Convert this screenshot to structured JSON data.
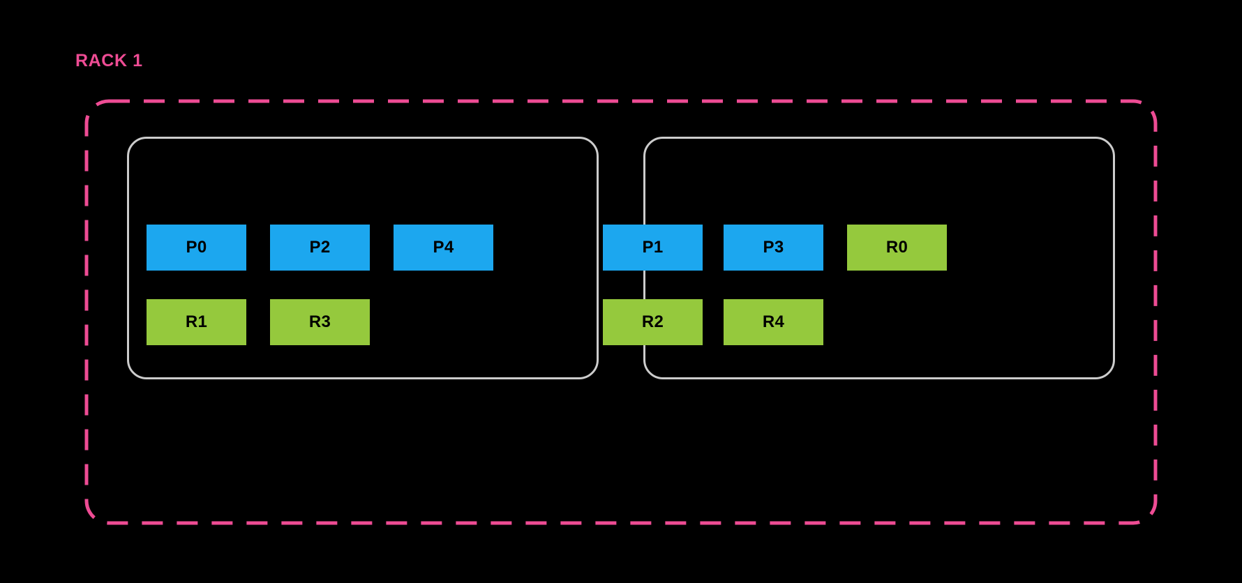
{
  "diagram": {
    "title": "RACK 1",
    "background_color": "#000000",
    "accent_color": "#ee4c94",
    "node_border_color": "#cccccc",
    "primary_color": "#1ca7ef",
    "replica_color": "#95c93d",
    "label_color": "#000000"
  },
  "racks": [
    {
      "name": "RACK 1",
      "nodes": [
        {
          "id": "node-left",
          "rows": [
            {
              "kind": "primary",
              "chips": [
                {
                  "label": "P0",
                  "kind": "primary"
                },
                {
                  "label": "P2",
                  "kind": "primary"
                },
                {
                  "label": "P4",
                  "kind": "primary"
                }
              ]
            },
            {
              "kind": "replica",
              "chips": [
                {
                  "label": "R1",
                  "kind": "replica"
                },
                {
                  "label": "R3",
                  "kind": "replica"
                }
              ]
            }
          ]
        },
        {
          "id": "node-right",
          "rows": [
            {
              "kind": "mixed",
              "chips": [
                {
                  "label": "P1",
                  "kind": "primary"
                },
                {
                  "label": "P3",
                  "kind": "primary"
                },
                {
                  "label": "R0",
                  "kind": "replica"
                }
              ]
            },
            {
              "kind": "replica",
              "chips": [
                {
                  "label": "R2",
                  "kind": "replica"
                },
                {
                  "label": "R4",
                  "kind": "replica"
                }
              ]
            }
          ]
        }
      ]
    }
  ],
  "chips_flat": {
    "left_row1_0": "P0",
    "left_row1_1": "P2",
    "left_row1_2": "P4",
    "left_row2_0": "R1",
    "left_row2_1": "R3",
    "right_row1_0": "P1",
    "right_row1_1": "P3",
    "right_row1_2": "R0",
    "right_row2_0": "R2",
    "right_row2_1": "R4"
  }
}
